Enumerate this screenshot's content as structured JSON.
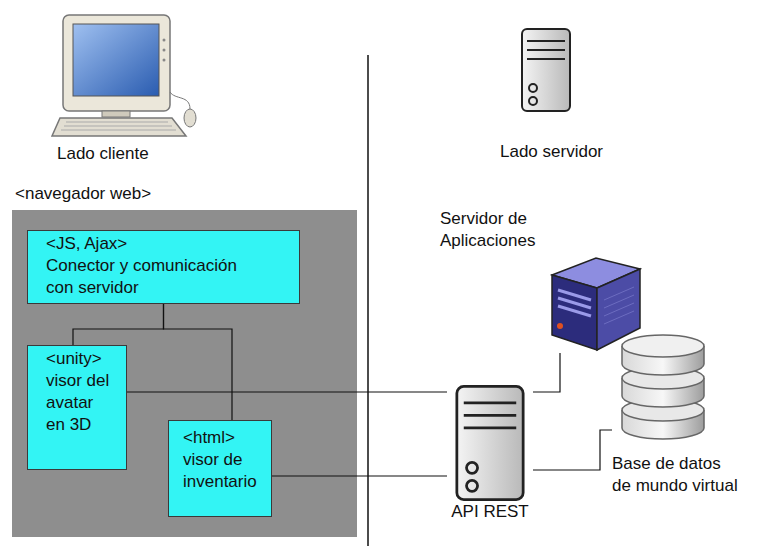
{
  "diagram": {
    "nodes": [
      {
        "text": [
          "<navegador web>"
        ]
      },
      {
        "text": [
          "<JS, Ajax>",
          "Conector y comunicación con servidor"
        ],
        "in": 0
      },
      {
        "text": [
          "<unity>",
          "visor del avatar en 3D"
        ],
        "in": 0
      },
      {
        "text": [
          "<html>",
          "visor de inventario"
        ],
        "in": 0
      },
      {
        "text": [
          "Servidor de Aplicaciones"
        ]
      },
      {
        "text": [
          "API REST"
        ]
      },
      {
        "text": [
          "Base de datos de mundo virtual"
        ]
      }
    ],
    "edges": [
      {
        "from": 1,
        "to": 2,
        "arrow": "none"
      },
      {
        "from": 1,
        "to": 3,
        "arrow": "none"
      },
      {
        "from": 2,
        "to": 5,
        "arrow": "none"
      },
      {
        "from": 3,
        "to": 5,
        "arrow": "none"
      },
      {
        "from": 5,
        "to": 4,
        "arrow": "none"
      },
      {
        "from": 5,
        "to": 6,
        "arrow": "none"
      }
    ],
    "labels": [
      "Lado cliente",
      "Lado servidor"
    ]
  }
}
